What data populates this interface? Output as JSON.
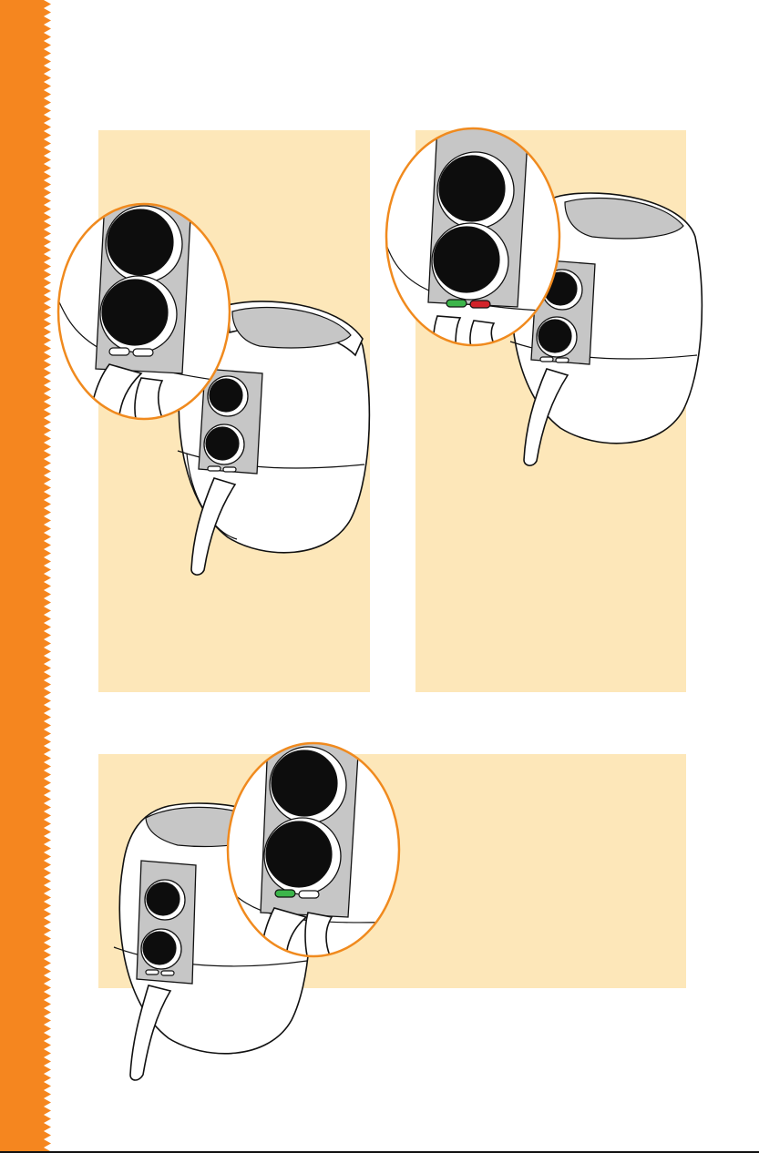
{
  "page": {
    "accent_color": "#f5861f",
    "panel_color": "#fde7b9",
    "lens_border_color": "#f08a1e"
  },
  "figures": [
    {
      "id": "figure-1",
      "lights": [
        "off",
        "off"
      ]
    },
    {
      "id": "figure-2",
      "lights": [
        "green",
        "red"
      ]
    },
    {
      "id": "figure-3",
      "lights": [
        "green",
        "off"
      ]
    }
  ],
  "indicator_colors": {
    "green": "#3cb54a",
    "red": "#d2232a",
    "off": "#ffffff"
  }
}
